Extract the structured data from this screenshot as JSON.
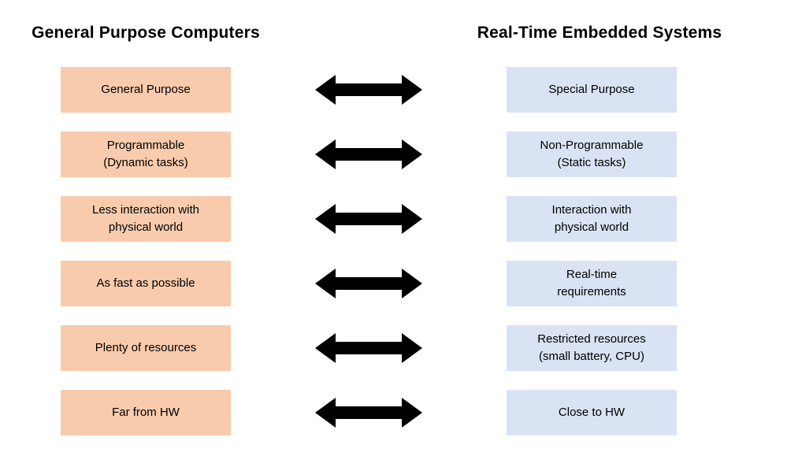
{
  "diagram": {
    "left": {
      "title": "General Purpose Computers",
      "box_color": "#F8CBAD"
    },
    "right": {
      "title": "Real-Time Embedded Systems",
      "box_color": "#DAE3F3"
    },
    "arrow": {
      "icon": "double-headed-arrow",
      "color": "#000000"
    },
    "text_color": "#000000",
    "rows": [
      {
        "left": "General Purpose",
        "right": "Special Purpose"
      },
      {
        "left": "Programmable\n(Dynamic tasks)",
        "right": "Non-Programmable\n(Static tasks)"
      },
      {
        "left": "Less interaction with\nphysical world",
        "right": "Interaction with\nphysical world"
      },
      {
        "left": "As fast as possible",
        "right": "Real-time\nrequirements"
      },
      {
        "left": "Plenty of resources",
        "right": "Restricted resources\n(small battery, CPU)"
      },
      {
        "left": "Far from HW",
        "right": "Close to HW"
      }
    ]
  }
}
